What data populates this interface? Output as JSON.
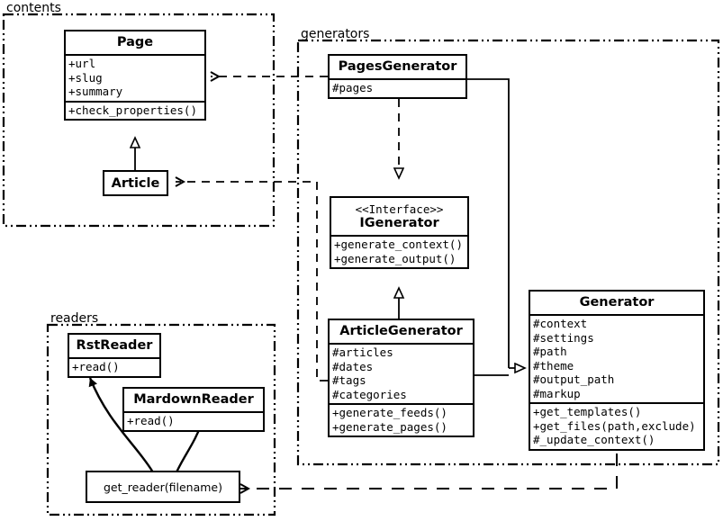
{
  "diagram": {
    "title": "UML class diagram",
    "stroke_color": "#000000",
    "background_color": "#ffffff"
  },
  "packages": [
    {
      "name": "contents",
      "label": "contents"
    },
    {
      "name": "generators",
      "label": "generators"
    },
    {
      "name": "readers",
      "label": "readers"
    }
  ],
  "classes": {
    "page": {
      "title": "Page",
      "attributes": [
        "+url",
        "+slug",
        "+summary"
      ],
      "methods": [
        "+check_properties()"
      ]
    },
    "article": {
      "title": "Article",
      "attributes": [],
      "methods": []
    },
    "pages_generator": {
      "title": "PagesGenerator",
      "attributes": [
        "#pages"
      ],
      "methods": []
    },
    "igenerator": {
      "stereotype": "<<Interface>>",
      "title": "IGenerator",
      "attributes": [],
      "methods": [
        "+generate_context()",
        "+generate_output()"
      ]
    },
    "article_generator": {
      "title": "ArticleGenerator",
      "attributes": [
        "#articles",
        "#dates",
        "#tags",
        "#categories"
      ],
      "methods": [
        "+generate_feeds()",
        "+generate_pages()"
      ]
    },
    "generator": {
      "title": "Generator",
      "attributes": [
        "#context",
        "#settings",
        "#path",
        "#theme",
        "#output_path",
        "#markup"
      ],
      "methods": [
        "+get_templates()",
        "+get_files(path,exclude)",
        "#_update_context()"
      ]
    },
    "rst_reader": {
      "title": "RstReader",
      "attributes": [],
      "methods": [
        "+read()"
      ]
    },
    "mardown_reader": {
      "title": "MardownReader",
      "attributes": [],
      "methods": [
        "+read()"
      ]
    }
  },
  "functions": {
    "get_reader": {
      "label": "get_reader(filename)"
    }
  },
  "relations": [
    {
      "name": "article-inherits-page",
      "type": "generalization",
      "from": "Article",
      "to": "Page"
    },
    {
      "name": "pagesgenerator-realizes-igenerator",
      "type": "realization",
      "from": "PagesGenerator",
      "to": "IGenerator"
    },
    {
      "name": "articlegenerator-realizes-igenerator",
      "type": "realization",
      "from": "ArticleGenerator",
      "to": "IGenerator"
    },
    {
      "name": "pagesgenerator-inherits-generator",
      "type": "generalization",
      "from": "PagesGenerator",
      "to": "Generator"
    },
    {
      "name": "articlegenerator-inherits-generator",
      "type": "generalization",
      "from": "ArticleGenerator",
      "to": "Generator"
    },
    {
      "name": "pagesgenerator-uses-page",
      "type": "dependency",
      "from": "PagesGenerator",
      "to": "Page"
    },
    {
      "name": "articlegenerator-uses-article",
      "type": "dependency",
      "from": "ArticleGenerator",
      "to": "Article"
    },
    {
      "name": "generator-uses-get-reader",
      "type": "dependency",
      "from": "Generator",
      "to": "get_reader(filename)"
    },
    {
      "name": "get-reader-returns-rstreader",
      "type": "association",
      "from": "get_reader(filename)",
      "to": "RstReader"
    },
    {
      "name": "get-reader-returns-mardownreader",
      "type": "association",
      "from": "get_reader(filename)",
      "to": "MardownReader"
    }
  ]
}
